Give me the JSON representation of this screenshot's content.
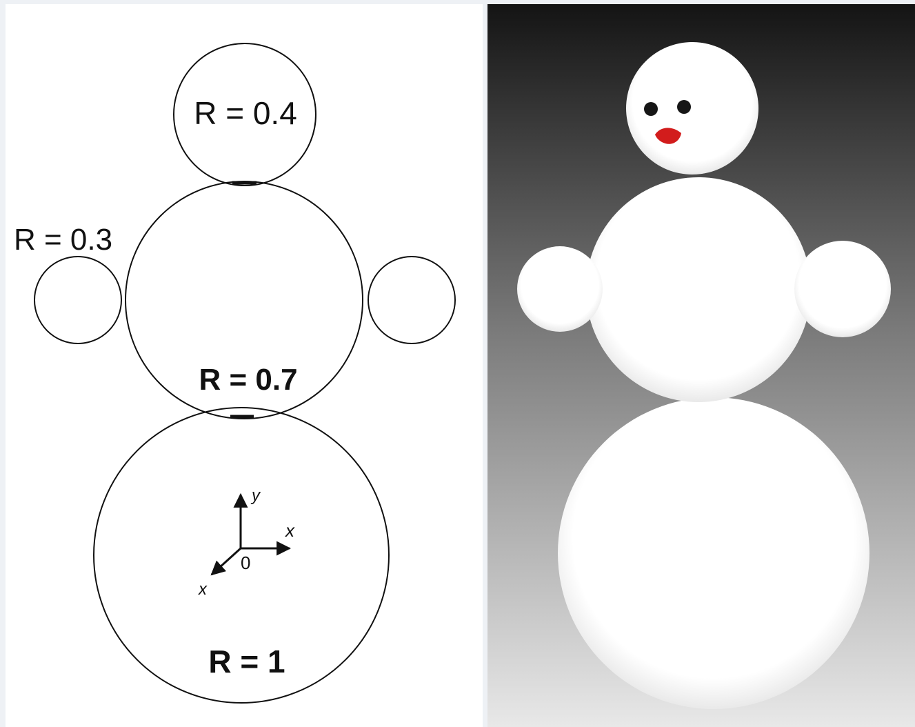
{
  "diagram": {
    "labels": {
      "head_radius": "R = 0.4",
      "arm_radius": "R = 0.3",
      "body_radius": "R = 0.7",
      "base_radius": "R = 1"
    },
    "axes": {
      "y": "y",
      "x": "x",
      "z": "x",
      "origin": "0"
    }
  },
  "colors": {
    "frame_background": "#eef1f5",
    "diagram_background": "#ffffff",
    "outline": "#111111",
    "render_top": "#141414",
    "render_bottom": "#e6e6e6",
    "snow": "#ffffff",
    "eyes": "#161616",
    "nose": "#d21c1c"
  },
  "render": {
    "description_icons": [
      "eye-icon",
      "eye-icon",
      "nose-icon"
    ]
  }
}
